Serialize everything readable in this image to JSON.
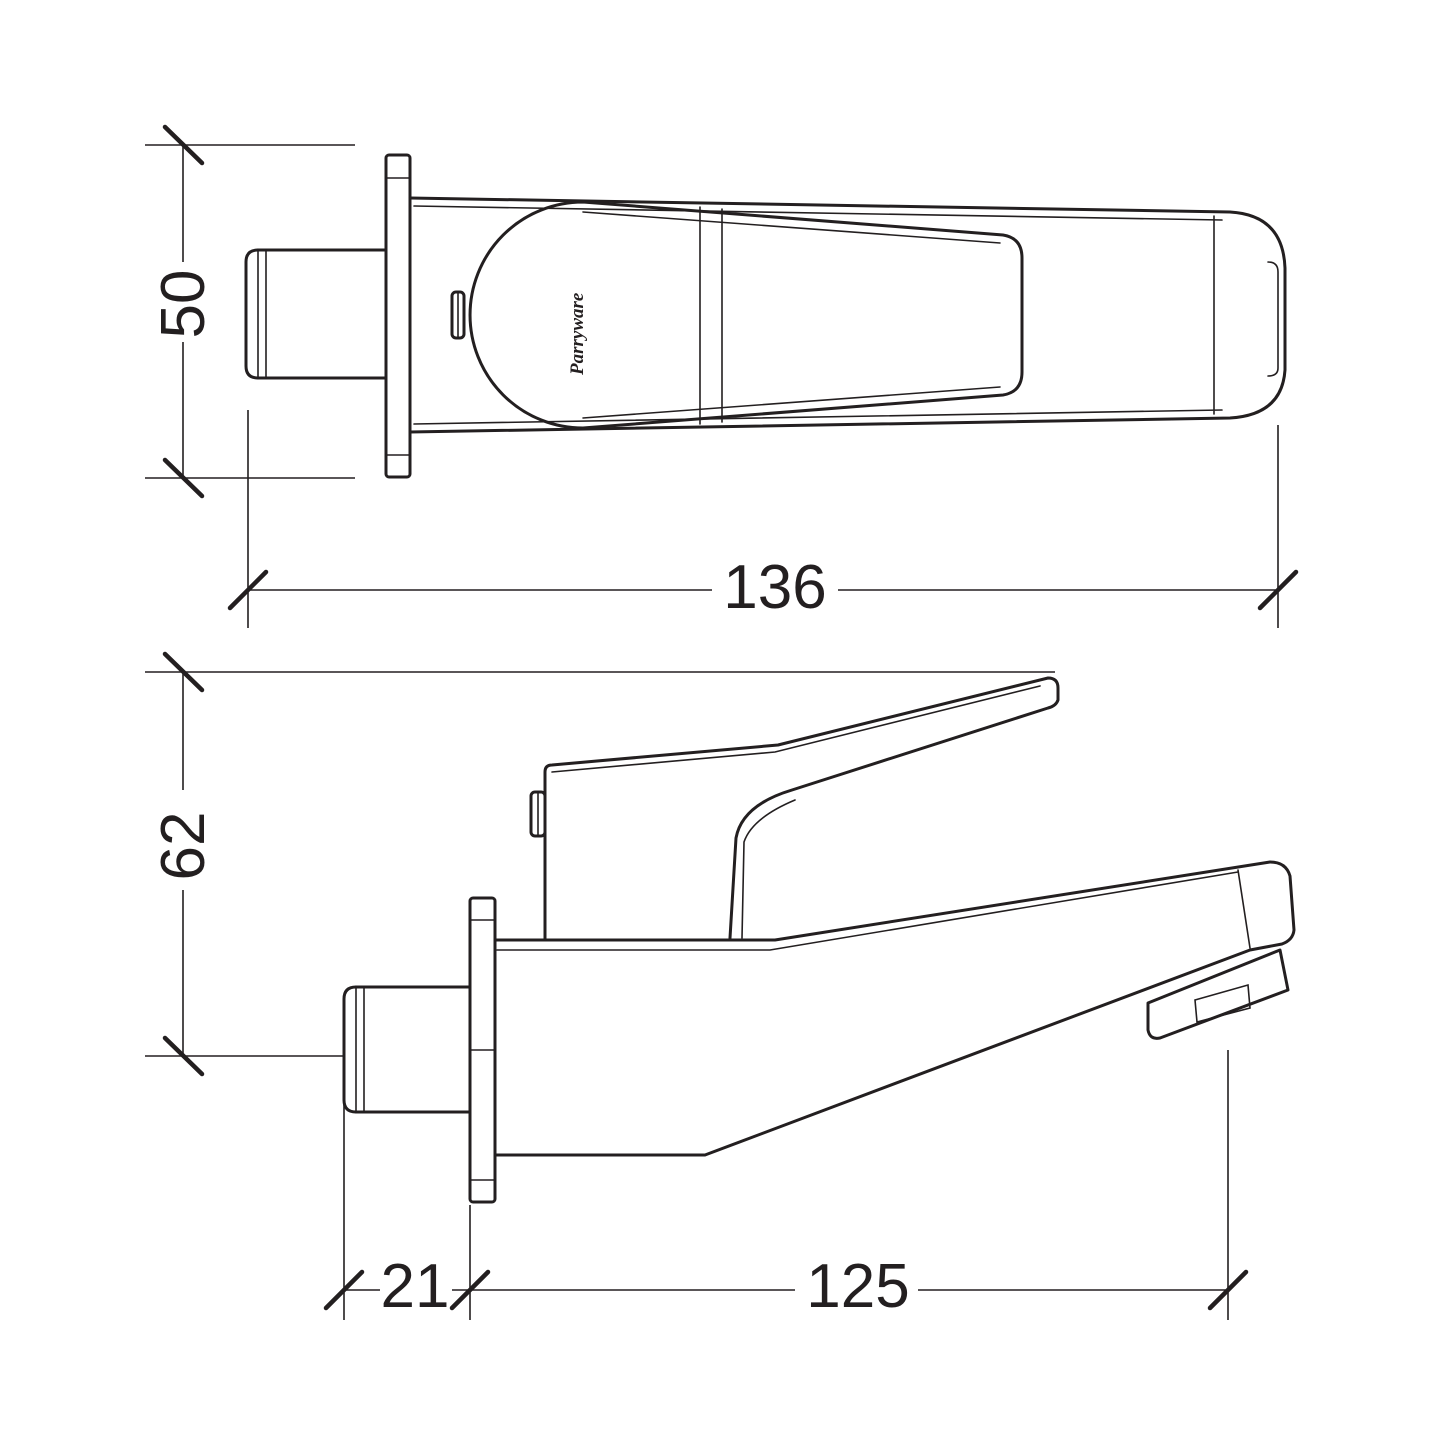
{
  "dimensions": {
    "top_view_width": "50",
    "top_view_length": "136",
    "side_view_height": "62",
    "side_view_inlet": "21",
    "side_view_reach": "125"
  },
  "brand": {
    "logo_text": "Parryware"
  }
}
